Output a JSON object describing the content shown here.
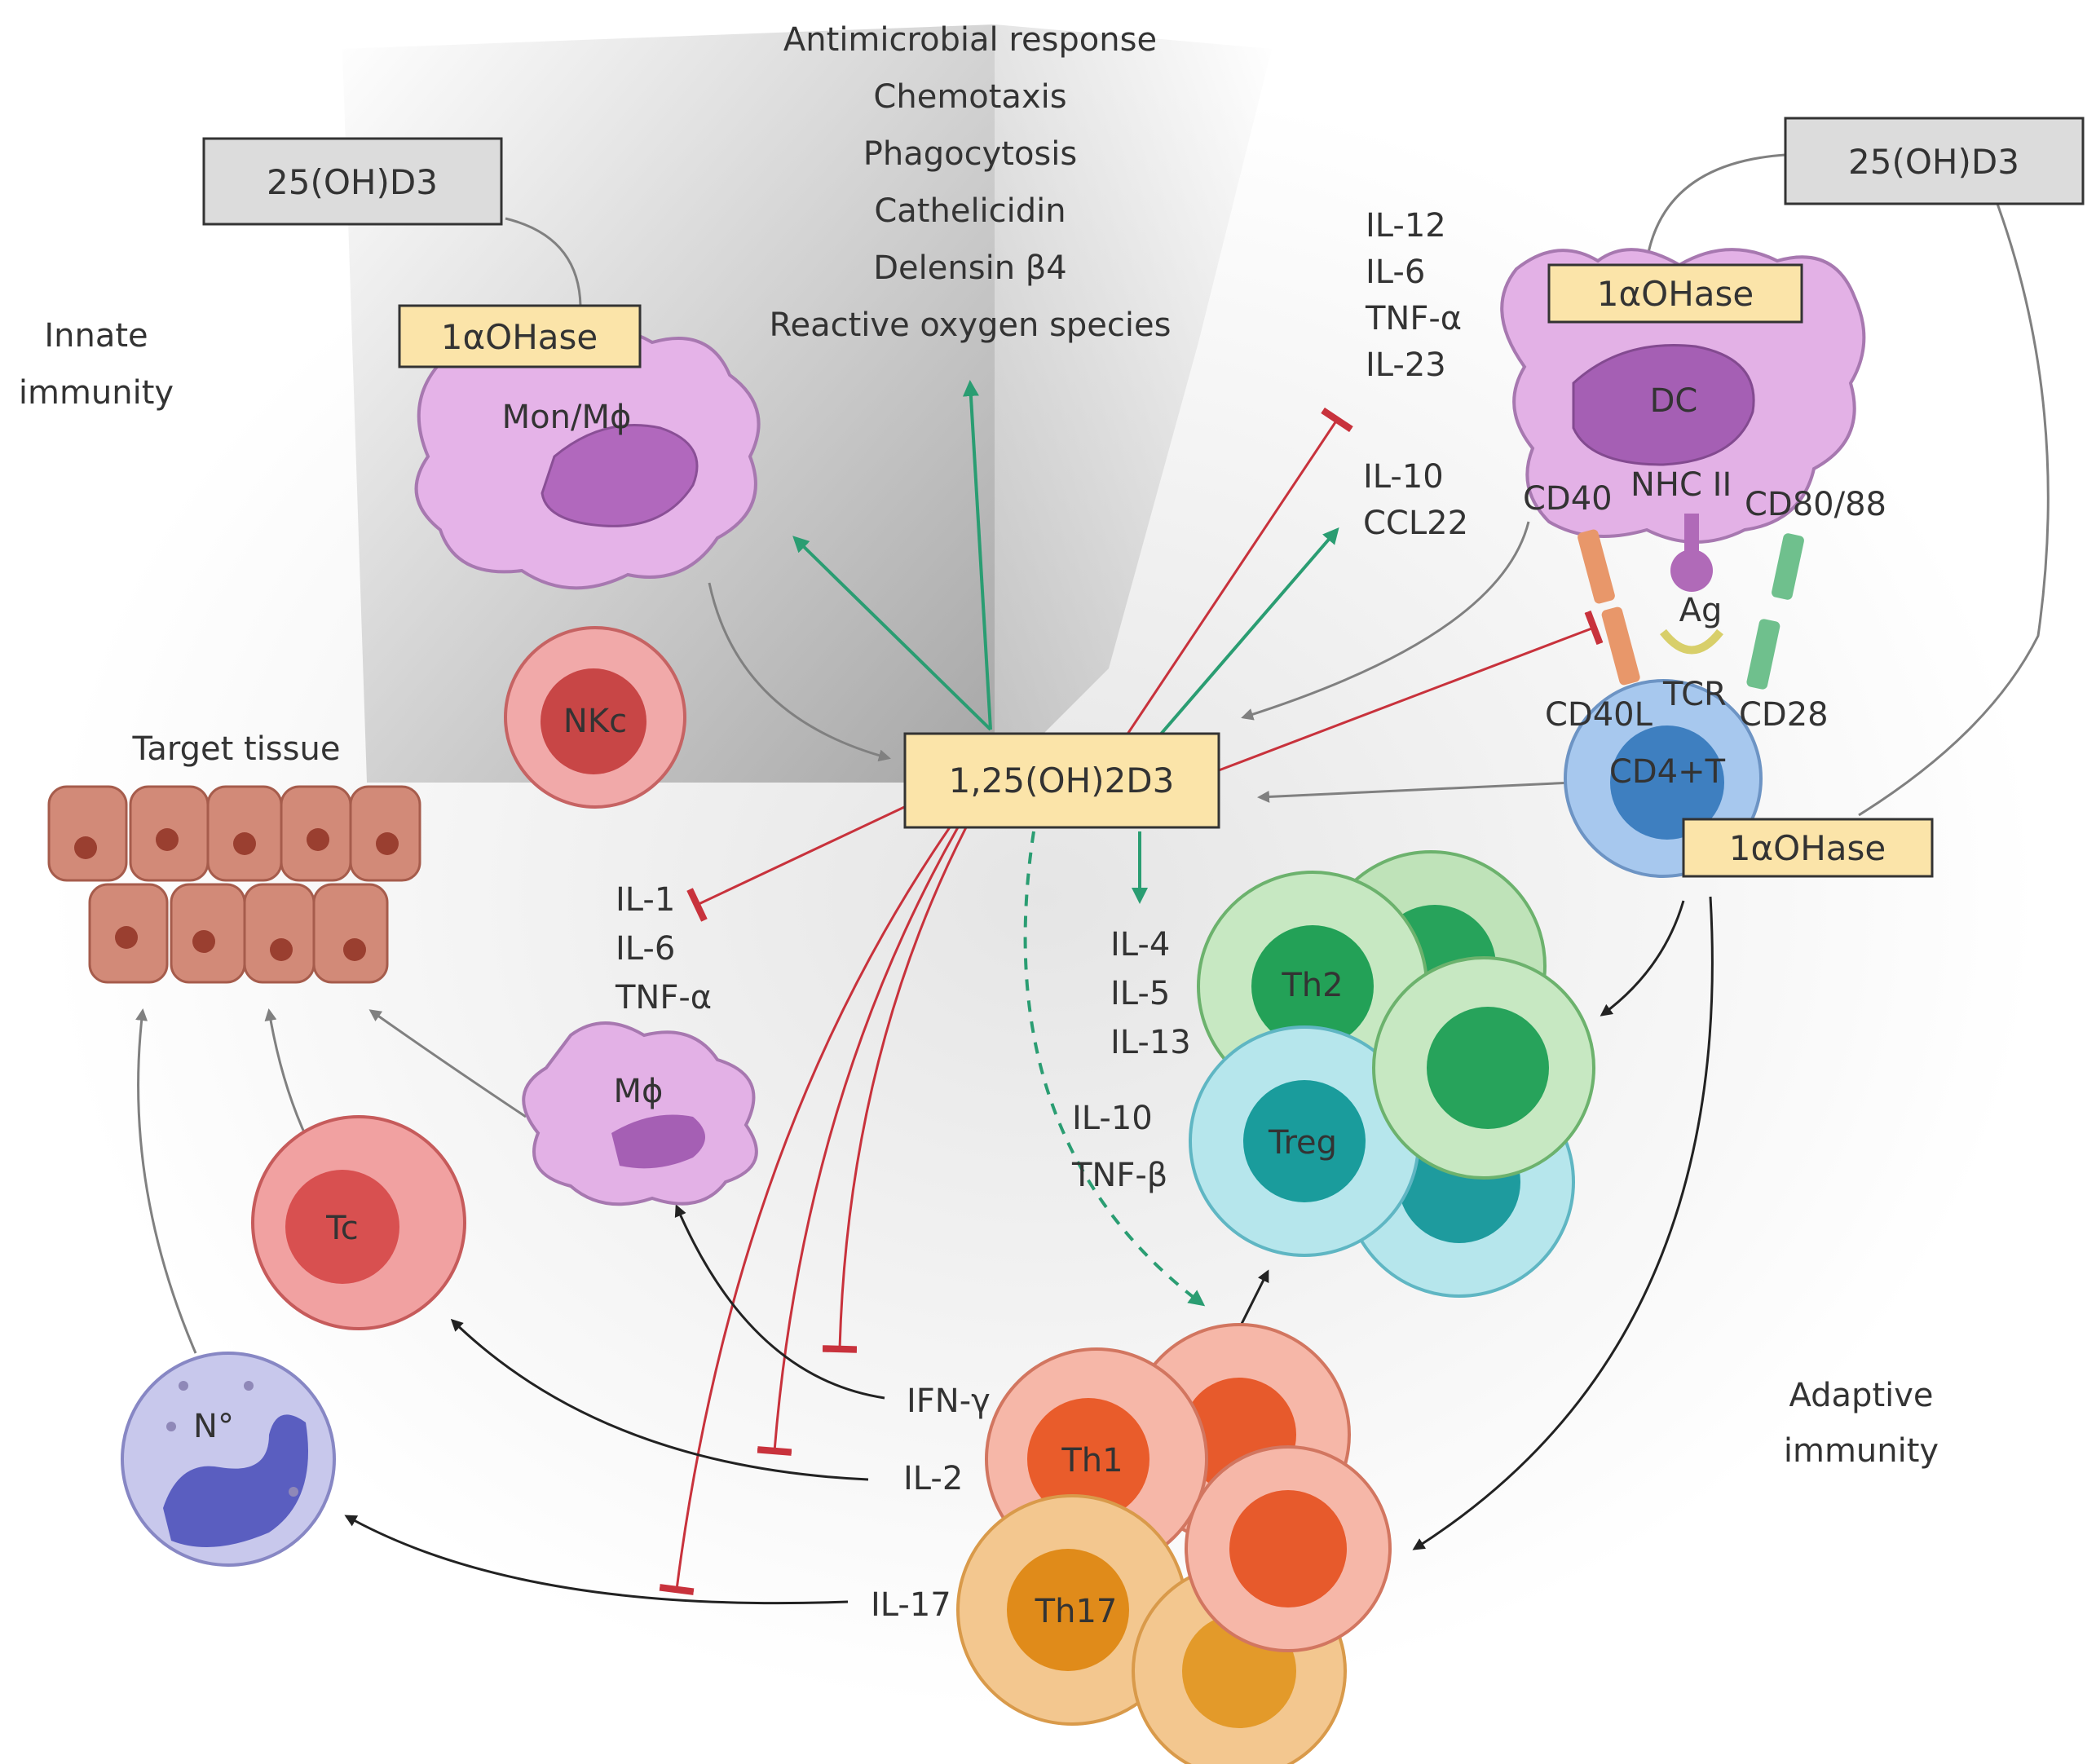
{
  "labels": {
    "vitd_left": "25(OH)D3",
    "vitd_right": "25(OH)D3",
    "ohase_mon": "1αOHase",
    "ohase_dc": "1αOHase",
    "ohase_t": "1αOHase",
    "active": "1,25(OH)2D3",
    "innate_1": "Innate",
    "innate_2": "immunity",
    "adaptive_1": "Adaptive",
    "adaptive_2": "immunity",
    "target": "Target tissue"
  },
  "responses": [
    "Antimicrobial response",
    "Chemotaxis",
    "Phagocytosis",
    "Cathelicidin",
    "Delensin β4",
    "Reactive oxygen species"
  ],
  "cytokines_dc_inhibited": [
    "IL-12",
    "IL-6",
    "TNF-α",
    "IL-23"
  ],
  "cytokines_dc_induced": [
    "IL-10",
    "CCL22"
  ],
  "cytokines_mphi": [
    "IL-1",
    "IL-6",
    "TNF-α"
  ],
  "cytokines_th2": [
    "IL-4",
    "IL-5",
    "IL-13"
  ],
  "cytokines_treg": [
    "IL-10",
    "TNF-β"
  ],
  "cytokines_th": {
    "ifn": "IFN-γ",
    "il2": "IL-2",
    "il17": "IL-17"
  },
  "cells": {
    "mon": "Mon/Mϕ",
    "dc": "DC",
    "nkc": "NKc",
    "mphi": "Mϕ",
    "tc": "Tc",
    "neut": "N°",
    "cd4": "CD4+T",
    "th1": "Th1",
    "th17": "Th17",
    "th2": "Th2",
    "treg": "Treg"
  },
  "synapse": {
    "cd40": "CD40",
    "mhc": "NHC II",
    "cd80": "CD80/88",
    "ag": "Ag",
    "cd40l": "CD40L",
    "tcr": "TCR",
    "cd28": "CD28"
  },
  "colors": {
    "stimulate": "#2a9d72",
    "inhibit": "#c8323c",
    "flow": "#808080",
    "box_fill": "#fbe4a9",
    "grey_box": "#dcdcdc"
  }
}
